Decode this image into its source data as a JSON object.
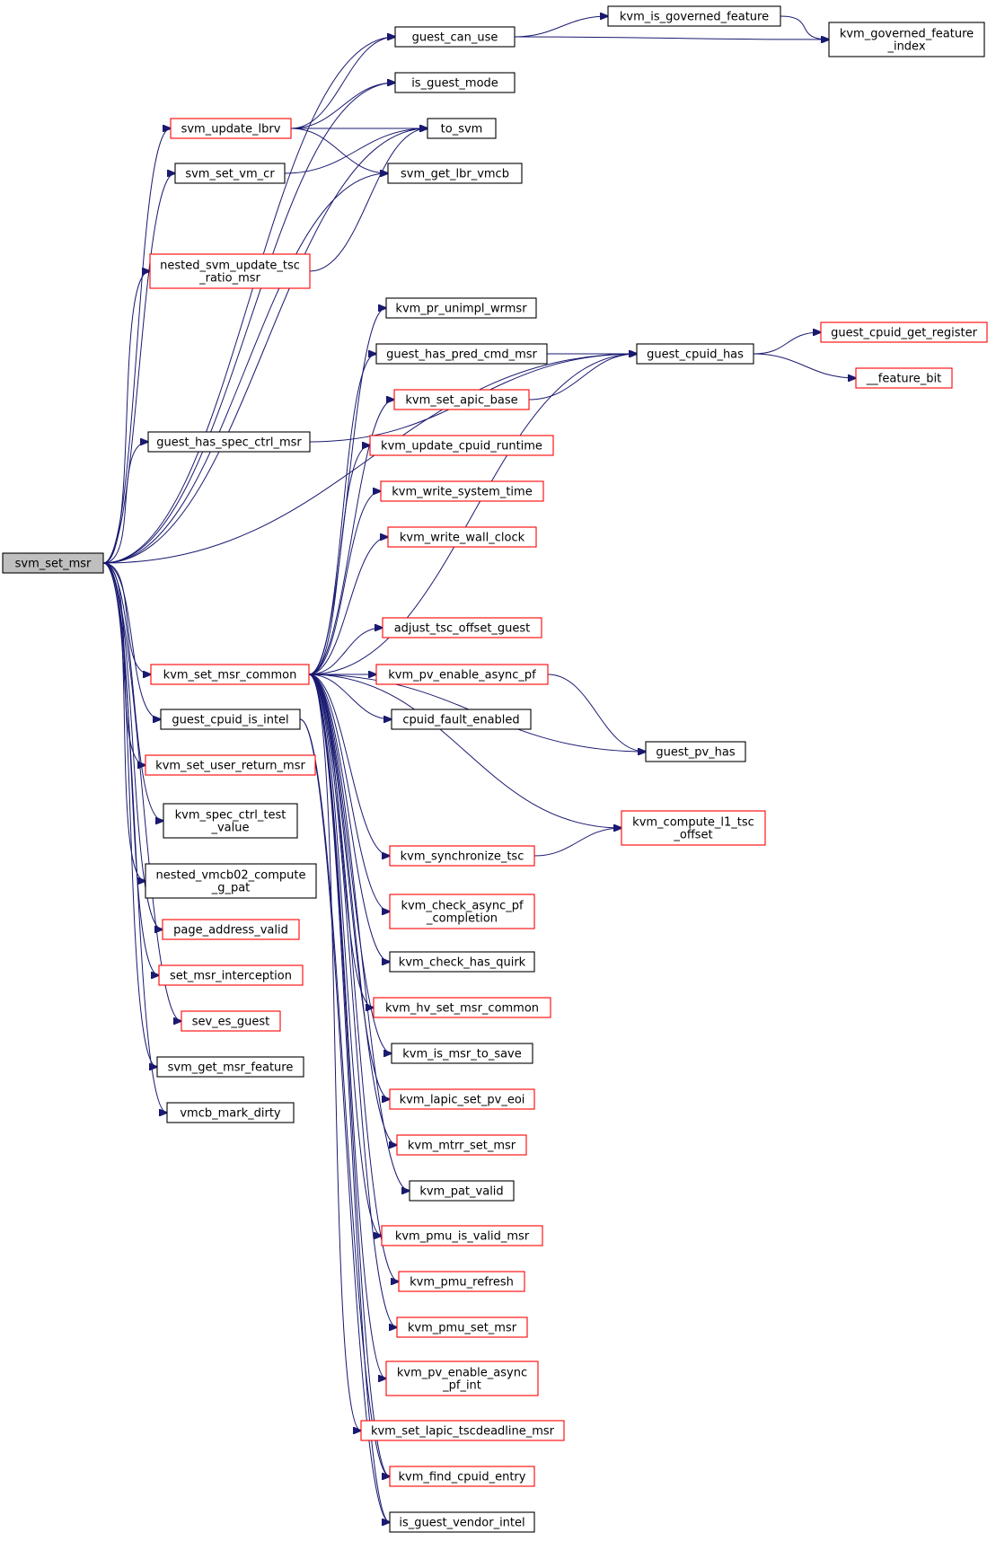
{
  "colors": {
    "edge": "#191970",
    "border_black": "#000000",
    "border_red": "#ff0000",
    "root_fill": "#bfbfbf",
    "node_fill": "#ffffff"
  },
  "root": {
    "id": "svm_set_msr",
    "label": "svm_set_msr"
  },
  "nodes": [
    {
      "id": "svm_set_msr",
      "lines": [
        "svm_set_msr"
      ],
      "border": "black",
      "root": true
    },
    {
      "id": "guest_can_use",
      "lines": [
        "guest_can_use"
      ],
      "border": "black"
    },
    {
      "id": "kvm_is_governed_feature",
      "lines": [
        "kvm_is_governed_feature"
      ],
      "border": "black"
    },
    {
      "id": "kvm_governed_feature_index",
      "lines": [
        "kvm_governed_feature",
        "_index"
      ],
      "border": "black"
    },
    {
      "id": "is_guest_mode",
      "lines": [
        "is_guest_mode"
      ],
      "border": "black"
    },
    {
      "id": "svm_update_lbrv",
      "lines": [
        "svm_update_lbrv"
      ],
      "border": "red"
    },
    {
      "id": "to_svm",
      "lines": [
        "to_svm"
      ],
      "border": "black"
    },
    {
      "id": "svm_set_vm_cr",
      "lines": [
        "svm_set_vm_cr"
      ],
      "border": "black"
    },
    {
      "id": "svm_get_lbr_vmcb",
      "lines": [
        "svm_get_lbr_vmcb"
      ],
      "border": "black"
    },
    {
      "id": "nested_svm_update_tsc_ratio_msr",
      "lines": [
        "nested_svm_update_tsc",
        "_ratio_msr"
      ],
      "border": "red"
    },
    {
      "id": "kvm_pr_unimpl_wrmsr",
      "lines": [
        "kvm_pr_unimpl_wrmsr"
      ],
      "border": "black"
    },
    {
      "id": "guest_has_pred_cmd_msr",
      "lines": [
        "guest_has_pred_cmd_msr"
      ],
      "border": "black"
    },
    {
      "id": "guest_cpuid_has",
      "lines": [
        "guest_cpuid_has"
      ],
      "border": "black"
    },
    {
      "id": "guest_cpuid_get_register",
      "lines": [
        "guest_cpuid_get_register"
      ],
      "border": "red"
    },
    {
      "id": "feature_bit",
      "lines": [
        "__feature_bit"
      ],
      "border": "red"
    },
    {
      "id": "kvm_set_apic_base",
      "lines": [
        "kvm_set_apic_base"
      ],
      "border": "red"
    },
    {
      "id": "guest_has_spec_ctrl_msr",
      "lines": [
        "guest_has_spec_ctrl_msr"
      ],
      "border": "black"
    },
    {
      "id": "kvm_update_cpuid_runtime",
      "lines": [
        "kvm_update_cpuid_runtime"
      ],
      "border": "red"
    },
    {
      "id": "kvm_write_system_time",
      "lines": [
        "kvm_write_system_time"
      ],
      "border": "red"
    },
    {
      "id": "kvm_write_wall_clock",
      "lines": [
        "kvm_write_wall_clock"
      ],
      "border": "red"
    },
    {
      "id": "adjust_tsc_offset_guest",
      "lines": [
        "adjust_tsc_offset_guest"
      ],
      "border": "red"
    },
    {
      "id": "kvm_set_msr_common",
      "lines": [
        "kvm_set_msr_common"
      ],
      "border": "red"
    },
    {
      "id": "kvm_pv_enable_async_pf",
      "lines": [
        "kvm_pv_enable_async_pf"
      ],
      "border": "red"
    },
    {
      "id": "guest_cpuid_is_intel",
      "lines": [
        "guest_cpuid_is_intel"
      ],
      "border": "black"
    },
    {
      "id": "cpuid_fault_enabled",
      "lines": [
        "cpuid_fault_enabled"
      ],
      "border": "black"
    },
    {
      "id": "guest_pv_has",
      "lines": [
        "guest_pv_has"
      ],
      "border": "black"
    },
    {
      "id": "kvm_set_user_return_msr",
      "lines": [
        "kvm_set_user_return_msr"
      ],
      "border": "red"
    },
    {
      "id": "kvm_spec_ctrl_test_value",
      "lines": [
        "kvm_spec_ctrl_test",
        "_value"
      ],
      "border": "black"
    },
    {
      "id": "kvm_compute_l1_tsc_offset",
      "lines": [
        "kvm_compute_l1_tsc",
        "_offset"
      ],
      "border": "red"
    },
    {
      "id": "kvm_synchronize_tsc",
      "lines": [
        "kvm_synchronize_tsc"
      ],
      "border": "red"
    },
    {
      "id": "nested_vmcb02_compute_g_pat",
      "lines": [
        "nested_vmcb02_compute",
        "_g_pat"
      ],
      "border": "black"
    },
    {
      "id": "kvm_check_async_pf_completion",
      "lines": [
        "kvm_check_async_pf",
        "_completion"
      ],
      "border": "red"
    },
    {
      "id": "page_address_valid",
      "lines": [
        "page_address_valid"
      ],
      "border": "red"
    },
    {
      "id": "kvm_check_has_quirk",
      "lines": [
        "kvm_check_has_quirk"
      ],
      "border": "black"
    },
    {
      "id": "set_msr_interception",
      "lines": [
        "set_msr_interception"
      ],
      "border": "red"
    },
    {
      "id": "kvm_hv_set_msr_common",
      "lines": [
        "kvm_hv_set_msr_common"
      ],
      "border": "red"
    },
    {
      "id": "sev_es_guest",
      "lines": [
        "sev_es_guest"
      ],
      "border": "red"
    },
    {
      "id": "svm_get_msr_feature",
      "lines": [
        "svm_get_msr_feature"
      ],
      "border": "black"
    },
    {
      "id": "kvm_is_msr_to_save",
      "lines": [
        "kvm_is_msr_to_save"
      ],
      "border": "black"
    },
    {
      "id": "vmcb_mark_dirty",
      "lines": [
        "vmcb_mark_dirty"
      ],
      "border": "black"
    },
    {
      "id": "kvm_lapic_set_pv_eoi",
      "lines": [
        "kvm_lapic_set_pv_eoi"
      ],
      "border": "red"
    },
    {
      "id": "kvm_mtrr_set_msr",
      "lines": [
        "kvm_mtrr_set_msr"
      ],
      "border": "red"
    },
    {
      "id": "kvm_pat_valid",
      "lines": [
        "kvm_pat_valid"
      ],
      "border": "black"
    },
    {
      "id": "kvm_pmu_is_valid_msr",
      "lines": [
        "kvm_pmu_is_valid_msr"
      ],
      "border": "red"
    },
    {
      "id": "kvm_pmu_refresh",
      "lines": [
        "kvm_pmu_refresh"
      ],
      "border": "red"
    },
    {
      "id": "kvm_pmu_set_msr",
      "lines": [
        "kvm_pmu_set_msr"
      ],
      "border": "red"
    },
    {
      "id": "kvm_pv_enable_async_pf_int",
      "lines": [
        "kvm_pv_enable_async",
        "_pf_int"
      ],
      "border": "red"
    },
    {
      "id": "kvm_set_lapic_tscdeadline_msr",
      "lines": [
        "kvm_set_lapic_tscdeadline_msr"
      ],
      "border": "red"
    },
    {
      "id": "kvm_find_cpuid_entry",
      "lines": [
        "kvm_find_cpuid_entry"
      ],
      "border": "red"
    },
    {
      "id": "is_guest_vendor_intel",
      "lines": [
        "is_guest_vendor_intel"
      ],
      "border": "black"
    }
  ],
  "edges": [
    [
      "svm_set_msr",
      "guest_can_use"
    ],
    [
      "svm_set_msr",
      "is_guest_mode"
    ],
    [
      "svm_set_msr",
      "svm_update_lbrv"
    ],
    [
      "svm_set_msr",
      "to_svm"
    ],
    [
      "svm_set_msr",
      "svm_set_vm_cr"
    ],
    [
      "svm_set_msr",
      "svm_get_lbr_vmcb"
    ],
    [
      "svm_set_msr",
      "nested_svm_update_tsc_ratio_msr"
    ],
    [
      "svm_set_msr",
      "guest_cpuid_has"
    ],
    [
      "svm_set_msr",
      "guest_has_spec_ctrl_msr"
    ],
    [
      "svm_set_msr",
      "kvm_set_msr_common"
    ],
    [
      "svm_set_msr",
      "guest_cpuid_is_intel"
    ],
    [
      "svm_set_msr",
      "kvm_set_user_return_msr"
    ],
    [
      "svm_set_msr",
      "kvm_spec_ctrl_test_value"
    ],
    [
      "svm_set_msr",
      "nested_vmcb02_compute_g_pat"
    ],
    [
      "svm_set_msr",
      "page_address_valid"
    ],
    [
      "svm_set_msr",
      "set_msr_interception"
    ],
    [
      "svm_set_msr",
      "sev_es_guest"
    ],
    [
      "svm_set_msr",
      "svm_get_msr_feature"
    ],
    [
      "svm_set_msr",
      "vmcb_mark_dirty"
    ],
    [
      "guest_can_use",
      "kvm_is_governed_feature"
    ],
    [
      "guest_can_use",
      "kvm_governed_feature_index"
    ],
    [
      "kvm_is_governed_feature",
      "kvm_governed_feature_index"
    ],
    [
      "svm_update_lbrv",
      "guest_can_use"
    ],
    [
      "svm_update_lbrv",
      "is_guest_mode"
    ],
    [
      "svm_update_lbrv",
      "to_svm"
    ],
    [
      "svm_update_lbrv",
      "svm_get_lbr_vmcb"
    ],
    [
      "svm_set_vm_cr",
      "to_svm"
    ],
    [
      "nested_svm_update_tsc_ratio_msr",
      "to_svm"
    ],
    [
      "guest_has_spec_ctrl_msr",
      "guest_cpuid_has"
    ],
    [
      "guest_has_pred_cmd_msr",
      "guest_cpuid_has"
    ],
    [
      "kvm_set_apic_base",
      "guest_cpuid_has"
    ],
    [
      "guest_cpuid_has",
      "guest_cpuid_get_register"
    ],
    [
      "guest_cpuid_has",
      "feature_bit"
    ],
    [
      "kvm_set_msr_common",
      "kvm_pr_unimpl_wrmsr"
    ],
    [
      "kvm_set_msr_common",
      "guest_has_pred_cmd_msr"
    ],
    [
      "kvm_set_msr_common",
      "kvm_set_apic_base"
    ],
    [
      "kvm_set_msr_common",
      "kvm_update_cpuid_runtime"
    ],
    [
      "kvm_set_msr_common",
      "kvm_write_system_time"
    ],
    [
      "kvm_set_msr_common",
      "kvm_write_wall_clock"
    ],
    [
      "kvm_set_msr_common",
      "guest_cpuid_has"
    ],
    [
      "kvm_set_msr_common",
      "adjust_tsc_offset_guest"
    ],
    [
      "kvm_set_msr_common",
      "kvm_pv_enable_async_pf"
    ],
    [
      "kvm_set_msr_common",
      "cpuid_fault_enabled"
    ],
    [
      "kvm_set_msr_common",
      "guest_pv_has"
    ],
    [
      "kvm_set_msr_common",
      "kvm_compute_l1_tsc_offset"
    ],
    [
      "kvm_set_msr_common",
      "kvm_synchronize_tsc"
    ],
    [
      "kvm_set_msr_common",
      "kvm_check_async_pf_completion"
    ],
    [
      "kvm_set_msr_common",
      "kvm_check_has_quirk"
    ],
    [
      "kvm_set_msr_common",
      "kvm_hv_set_msr_common"
    ],
    [
      "kvm_set_msr_common",
      "kvm_is_msr_to_save"
    ],
    [
      "kvm_set_msr_common",
      "kvm_lapic_set_pv_eoi"
    ],
    [
      "kvm_set_msr_common",
      "kvm_mtrr_set_msr"
    ],
    [
      "kvm_set_msr_common",
      "kvm_pat_valid"
    ],
    [
      "kvm_set_msr_common",
      "kvm_pmu_is_valid_msr"
    ],
    [
      "kvm_set_msr_common",
      "kvm_pmu_refresh"
    ],
    [
      "kvm_set_msr_common",
      "kvm_pmu_set_msr"
    ],
    [
      "kvm_set_msr_common",
      "kvm_pv_enable_async_pf_int"
    ],
    [
      "kvm_set_msr_common",
      "kvm_set_lapic_tscdeadline_msr"
    ],
    [
      "kvm_set_msr_common",
      "kvm_find_cpuid_entry"
    ],
    [
      "kvm_set_msr_common",
      "is_guest_vendor_intel"
    ],
    [
      "kvm_pv_enable_async_pf",
      "guest_pv_has"
    ],
    [
      "kvm_synchronize_tsc",
      "kvm_compute_l1_tsc_offset"
    ],
    [
      "guest_cpuid_is_intel",
      "kvm_find_cpuid_entry"
    ],
    [
      "guest_cpuid_is_intel",
      "is_guest_vendor_intel"
    ]
  ]
}
